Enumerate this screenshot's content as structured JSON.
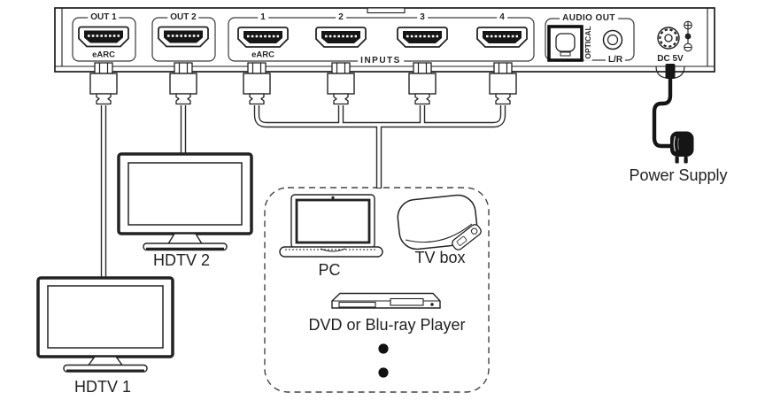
{
  "diagram": {
    "panel": {
      "out1": {
        "label": "OUT 1",
        "sub": "eARC"
      },
      "out2": {
        "label": "OUT 2"
      },
      "inputs": {
        "title": "INPUTS",
        "ports": [
          {
            "label": "1",
            "sub": "eARC"
          },
          {
            "label": "2"
          },
          {
            "label": "3"
          },
          {
            "label": "4"
          }
        ]
      },
      "audio": {
        "title": "AUDIO OUT",
        "optical": "OPTICAL",
        "lr": "L/R"
      },
      "power_label": "DC 5V"
    },
    "devices": {
      "hdtv1": {
        "label": "HDTV 1"
      },
      "hdtv2": {
        "label": "HDTV 2"
      },
      "pc": {
        "label": "PC"
      },
      "tv_box": {
        "label": "TV box"
      },
      "dvd": {
        "label": "DVD or Blu-ray Player"
      },
      "power_supply": {
        "label": "Power Supply"
      }
    },
    "colors": {
      "line": "#222222",
      "fill": "#ffffff",
      "black": "#151515"
    }
  }
}
